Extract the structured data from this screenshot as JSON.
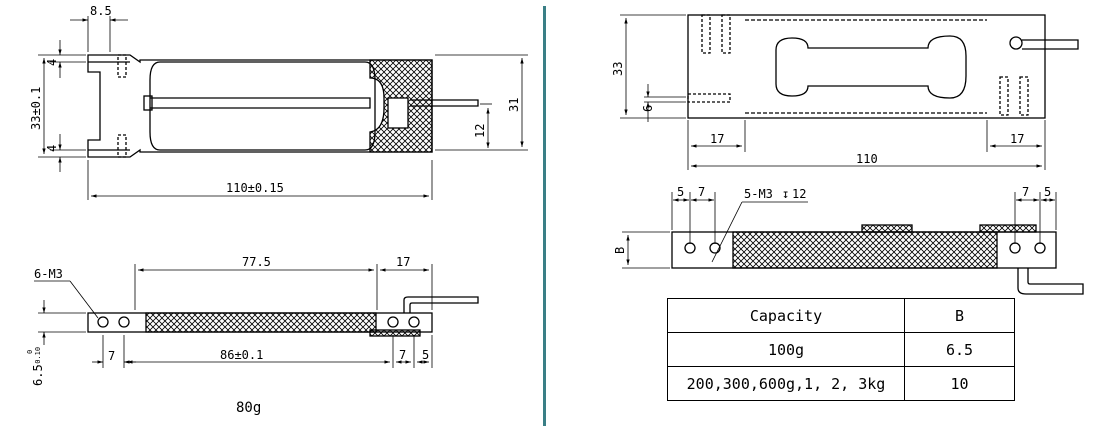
{
  "left_top": {
    "dims": {
      "d8_5": "8.5",
      "d4_top": "4",
      "d4_bottom": "4",
      "d33": "33±0.1",
      "d31": "31",
      "d12": "12",
      "d110": "110±0.15"
    }
  },
  "left_bottom": {
    "dims": {
      "thread": "6-M3",
      "d77_5": "77.5",
      "d17": "17",
      "d7": "7",
      "d86": "86±0.1",
      "d7r": "7",
      "d5r": "5",
      "d6_5": "6.5",
      "tol_up": "0",
      "tol_down": "-0.10"
    },
    "weight": "80g"
  },
  "right_top": {
    "dims": {
      "d33": "33",
      "d6": "6",
      "d17l": "17",
      "d17r": "17",
      "d110": "110"
    }
  },
  "right_bottom": {
    "dims": {
      "d5l": "5",
      "d7l": "7",
      "thread": "5-M3",
      "depth_symbol": "↧",
      "depth": "12",
      "d7r": "7",
      "d5r": "5",
      "dB": "B"
    }
  },
  "capacity_table": {
    "header": [
      "Capacity",
      "B"
    ],
    "rows": [
      [
        "100g",
        "6.5"
      ],
      [
        "200,300,600g,1, 2, 3kg",
        "10"
      ]
    ]
  }
}
